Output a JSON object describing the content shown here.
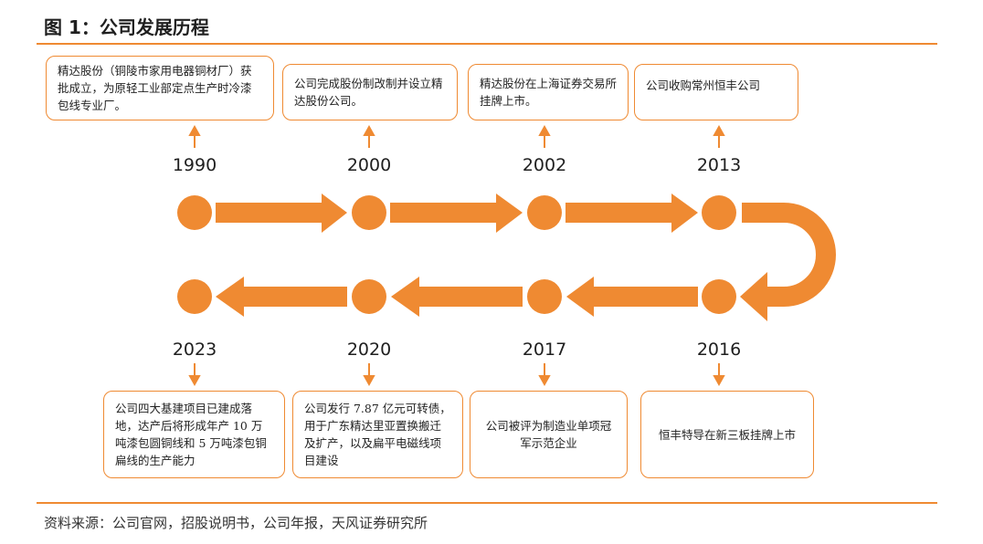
{
  "title": "图 1：公司发展历程",
  "source": "资料来源：公司官网，招股说明书，公司年报，天风证券研究所",
  "colors": {
    "accent": "#ef8a32"
  },
  "timeline": [
    {
      "year": "1990",
      "text": "精达股份（铜陵市家用电器铜材厂）获批成立，为原轻工业部定点生产时冷漆包线专业厂。"
    },
    {
      "year": "2000",
      "text": "公司完成股份制改制并设立精达股份公司。"
    },
    {
      "year": "2002",
      "text": "精达股份在上海证券交易所挂牌上市。"
    },
    {
      "year": "2013",
      "text": "公司收购常州恒丰公司"
    },
    {
      "year": "2016",
      "text": "恒丰特导在新三板挂牌上市"
    },
    {
      "year": "2017",
      "text": "公司被评为制造业单项冠军示范企业"
    },
    {
      "year": "2020",
      "text": "公司发行 7.87 亿元可转债，用于广东精达里亚置换搬迁及扩产，以及扁平电磁线项目建设"
    },
    {
      "year": "2023",
      "text": "公司四大基建项目已建成落地，达产后将形成年产 10 万吨漆包圆铜线和 5 万吨漆包铜扁线的生产能力"
    }
  ]
}
